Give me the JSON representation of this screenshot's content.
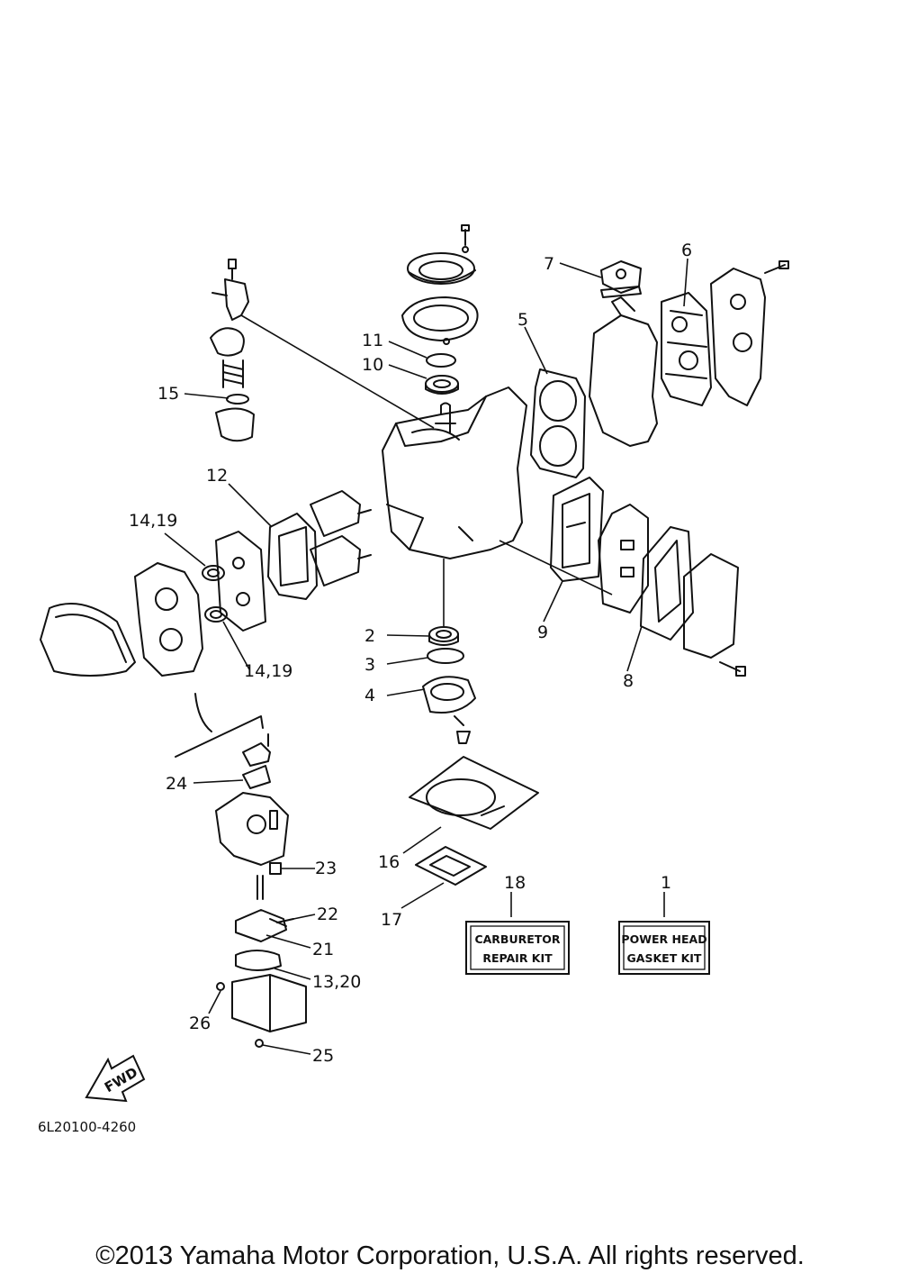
{
  "callouts": [
    {
      "id": "c7",
      "label": "7"
    },
    {
      "id": "c6",
      "label": "6"
    },
    {
      "id": "c11",
      "label": "11"
    },
    {
      "id": "c10",
      "label": "10"
    },
    {
      "id": "c5",
      "label": "5"
    },
    {
      "id": "c15",
      "label": "15"
    },
    {
      "id": "c12",
      "label": "12"
    },
    {
      "id": "c14a",
      "label": "14,19"
    },
    {
      "id": "c14b",
      "label": "14,19"
    },
    {
      "id": "c9",
      "label": "9"
    },
    {
      "id": "c2",
      "label": "2"
    },
    {
      "id": "c3",
      "label": "3"
    },
    {
      "id": "c4",
      "label": "4"
    },
    {
      "id": "c8",
      "label": "8"
    },
    {
      "id": "c24",
      "label": "24"
    },
    {
      "id": "c16",
      "label": "16"
    },
    {
      "id": "c18",
      "label": "18"
    },
    {
      "id": "c1",
      "label": "1"
    },
    {
      "id": "c23",
      "label": "23"
    },
    {
      "id": "c17",
      "label": "17"
    },
    {
      "id": "c22",
      "label": "22"
    },
    {
      "id": "c21",
      "label": "21"
    },
    {
      "id": "c13",
      "label": "13,20"
    },
    {
      "id": "c26",
      "label": "26"
    },
    {
      "id": "c25",
      "label": "25"
    }
  ],
  "kits": {
    "carburetor": {
      "line1": "CARBURETOR",
      "line2": "REPAIR KIT"
    },
    "powerhead": {
      "line1": "POWER HEAD",
      "line2": "GASKET KIT"
    }
  },
  "fwd_label": "FWD",
  "drawing_code": "6L20100-4260",
  "copyright": "©2013 Yamaha Motor Corporation, U.S.A. All rights reserved."
}
